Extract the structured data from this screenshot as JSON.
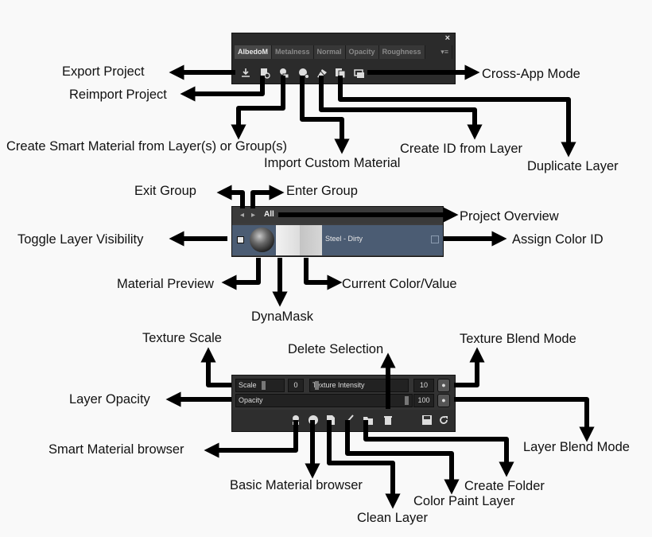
{
  "layers_panel": {
    "close_glyph": "×",
    "tabs": [
      {
        "label": "AlbedoM",
        "active": true
      },
      {
        "label": "Metalness",
        "active": false
      },
      {
        "label": "Normal",
        "active": false
      },
      {
        "label": "Opacity",
        "active": false
      },
      {
        "label": "Roughness",
        "active": false
      }
    ],
    "tab_menu_glyph": "▾≡",
    "tools": [
      {
        "name": "export-icon",
        "glyph": "⇩"
      },
      {
        "name": "reimport-icon",
        "glyph": "⟳"
      },
      {
        "name": "smart-material-icon",
        "glyph": "●"
      },
      {
        "name": "custom-material-icon",
        "glyph": "◉"
      },
      {
        "name": "create-id-icon",
        "glyph": "✱"
      },
      {
        "name": "duplicate-icon",
        "glyph": "❐"
      },
      {
        "name": "cross-app-icon",
        "glyph": "▭"
      }
    ]
  },
  "layer_row_panel": {
    "nav_left": "◂",
    "nav_right": "▸",
    "breadcrumb": "All",
    "layer_name": "Steel - Dirty"
  },
  "settings_panel": {
    "scale_label": "Scale",
    "scale_value": "0",
    "texture_intensity_label": "Texture Intensity",
    "texture_intensity_value": "10",
    "opacity_label": "Opacity",
    "opacity_value": "100",
    "buttons": [
      {
        "name": "smart-material-browser-icon"
      },
      {
        "name": "basic-material-browser-icon"
      },
      {
        "name": "clean-layer-icon"
      },
      {
        "name": "color-paint-layer-icon"
      },
      {
        "name": "create-folder-icon"
      },
      {
        "name": "delete-icon"
      },
      {
        "name": "save-icon"
      },
      {
        "name": "refresh-icon"
      }
    ]
  },
  "labels": {
    "export_project": "Export Project",
    "reimport_project": "Reimport Project",
    "cross_app_mode": "Cross-App Mode",
    "create_smart_material": "Create Smart Material from Layer(s) or Group(s)",
    "import_custom_material": "Import Custom Material",
    "create_id": "Create ID from Layer",
    "duplicate_layer": "Duplicate Layer",
    "exit_group": "Exit Group",
    "enter_group": "Enter Group",
    "project_overview": "Project Overview",
    "toggle_visibility": "Toggle Layer Visibility",
    "assign_color_id": "Assign Color ID",
    "material_preview": "Material Preview",
    "dynamask": "DynaMask",
    "current_color": "Current Color/Value",
    "texture_scale": "Texture Scale",
    "delete_selection": "Delete Selection",
    "texture_blend_mode": "Texture Blend Mode",
    "layer_opacity": "Layer Opacity",
    "layer_blend_mode": "Layer Blend Mode",
    "smart_material_browser": "Smart Material browser",
    "basic_material_browser": "Basic Material browser",
    "create_folder": "Create Folder",
    "color_paint_layer": "Color Paint Layer",
    "clean_layer": "Clean Layer"
  },
  "colors": {
    "panel_bg": "#2b2b2b",
    "selected_row": "#4b5c73",
    "arrow": "#000000",
    "background": "#f9f9f9"
  }
}
